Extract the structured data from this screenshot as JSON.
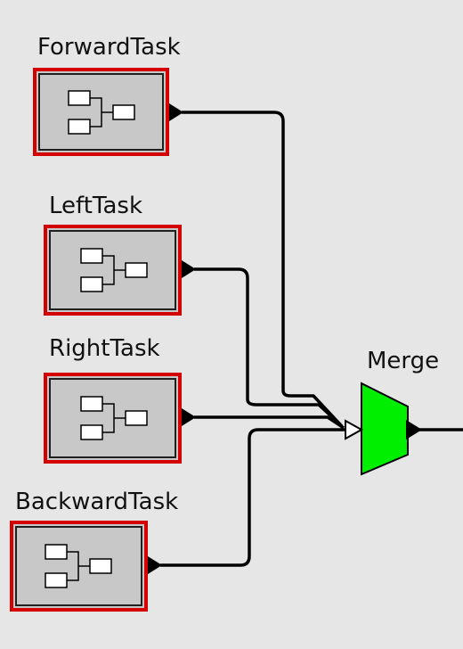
{
  "colors": {
    "background": "#e6e6e6",
    "task_border": "#d40000",
    "task_fill": "#c8c8c8",
    "merge_fill": "#00ee00",
    "wire": "#000000"
  },
  "tasks": [
    {
      "id": "forward",
      "label": "ForwardTask",
      "icon": "block-diagram-icon"
    },
    {
      "id": "left",
      "label": "LeftTask",
      "icon": "block-diagram-icon"
    },
    {
      "id": "right",
      "label": "RightTask",
      "icon": "block-diagram-icon"
    },
    {
      "id": "backward",
      "label": "BackwardTask",
      "icon": "block-diagram-icon"
    }
  ],
  "merge": {
    "label": "Merge",
    "icon": "merge-trapezoid-icon"
  }
}
